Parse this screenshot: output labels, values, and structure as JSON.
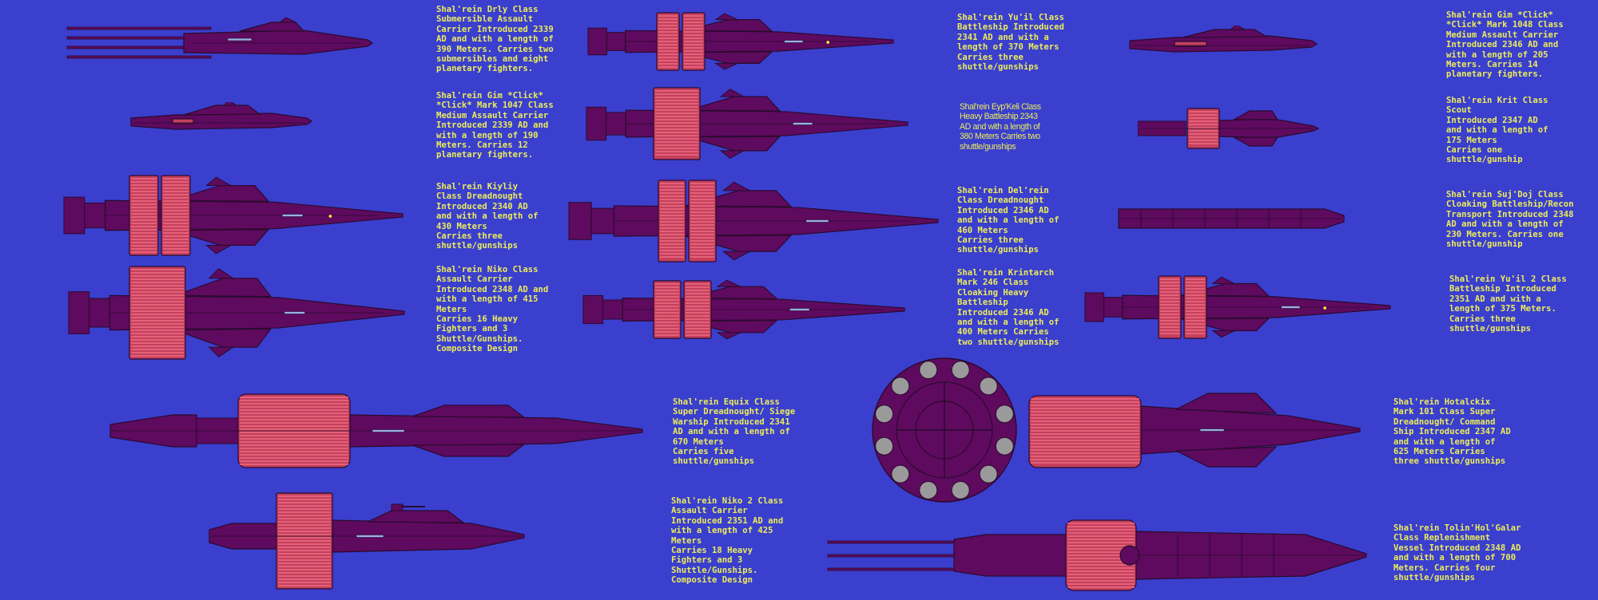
{
  "colors": {
    "background": "#3a3fce",
    "caption": "#ecec5a",
    "hull": "#5e0a5e",
    "outline": "#2a0a2e",
    "pod": "#c4405e",
    "stripe": "#ee6c80",
    "light": "#9ab0e6",
    "disc_window": "#9a9a9a"
  },
  "ships": [
    {
      "id": "drly",
      "name": "Shal'rein Drly Class",
      "caption": "Shal'rein Drly Class\nSubmersible Assault\nCarrier Introduced 2339\nAD and with a length of\n390 Meters. Carries two\nsubmersibles and eight\nplanetary fighters."
    },
    {
      "id": "yuil",
      "name": "Shal'rein Yu'il Class",
      "caption": "Shal'rein Yu'il Class\nBattleship Introduced\n2341 AD and with a\nlength of 370 Meters\nCarries three\nshuttle/gunships"
    },
    {
      "id": "gim1048",
      "name": "Shal'rein Gim *Click* *Click* Mark 1048 Class",
      "caption": "Shal'rein Gim *Click*\n*Click* Mark 1048 Class\nMedium Assault Carrier\nIntroduced 2346 AD and\nwith a length of 205\nMeters. Carries 14\nplanetary fighters."
    },
    {
      "id": "gim1047",
      "name": "Shal'rein Gim *Click* *Click* Mark 1047 Class",
      "caption": "Shal'rein Gim *Click*\n*Click* Mark 1047 Class\nMedium Assault Carrier\nIntroduced 2339 AD and\nwith a length of 190\nMeters. Carries 12\nplanetary fighters."
    },
    {
      "id": "eypkeli",
      "name": "Shal'rein Eyp'Keli Class",
      "caption": "Shal'rein Eyp'Keli Class\nHeavy Battleship 2343\nAD and with a length of\n380 Meters Carries two\nshuttle/gunships"
    },
    {
      "id": "krit",
      "name": "Shal'rein Krit Class",
      "caption": "Shal'rein Krit Class\nScout\nIntroduced 2347 AD\nand with a length of\n175 Meters\nCarries one\nshuttle/gunship"
    },
    {
      "id": "kiyliy",
      "name": "Shal'rein Kiyliy",
      "caption": "Shal'rein Kiyliy\nClass Dreadnought\nIntroduced 2340 AD\nand with a length of\n430 Meters\nCarries three\nshuttle/gunships"
    },
    {
      "id": "delrein",
      "name": "Shal'rein Del'rein",
      "caption": "Shal'rein Del'rein\nClass Dreadnought\nIntroduced 2346 AD\nand with a length of\n460 Meters\nCarries three\nshuttle/gunships"
    },
    {
      "id": "sujdoj",
      "name": "Shal'rein Suj'Doj Class",
      "caption": "Shal'rein Suj'Doj Class\nCloaking Battleship/Recon\nTransport Introduced 2348\nAD and with a length of\n230 Meters. Carries one\nshuttle/gunship"
    },
    {
      "id": "niko",
      "name": "Shal'rein Niko Class",
      "caption": "Shal'rein Niko Class\nAssault Carrier\nIntroduced 2348 AD and\nwith a length of 415\nMeters\nCarries 16 Heavy\nFighters and 3\nShuttle/Gunships.\nComposite Design"
    },
    {
      "id": "krintarch",
      "name": "Shal'rein Krintarch",
      "caption": "Shal'rein Krintarch\nMark 246 Class\nCloaking Heavy\nBattleship\nIntroduced 2346 AD\nand with a length of\n400 Meters Carries\ntwo shuttle/gunships"
    },
    {
      "id": "yuil2",
      "name": "Shal'rein Yu'il 2 Class",
      "caption": "Shal'rein Yu'il 2 Class\nBattleship Introduced\n2351 AD and with a\nlength of 375 Meters.\nCarries three\nshuttle/gunships"
    },
    {
      "id": "equix",
      "name": "Shal'rein Equix Class",
      "caption": "Shal'rein Equix Class\nSuper Dreadnought/ Siege\nWarship Introduced 2341\nAD and with a length of\n670 Meters\nCarries five\nshuttle/gunships"
    },
    {
      "id": "hotalckix",
      "name": "Shal'rein Hotalckix",
      "caption": "Shal'rein Hotalckix\nMark 101 Class Super\nDreadnought/ Command\nShip Introduced 2347 AD\nand with a length of\n625 Meters Carries\nthree shuttle/gunships"
    },
    {
      "id": "niko2",
      "name": "Shal'rein Niko 2 Class",
      "caption": "Shal'rein Niko 2 Class\nAssault Carrier\nIntroduced 2351 AD and\nwith a length of 425\nMeters\nCarries 18 Heavy\nFighters and 3\nShuttle/Gunships.\nComposite Design"
    },
    {
      "id": "tolinholgalar",
      "name": "Shal'rein Tolin'Hol'Galar",
      "caption": "Shal'rein Tolin'Hol'Galar\nClass Replenishment\nVessel Introduced 2348 AD\nand with a length of 700\nMeters. Carries four\nshuttle/gunships"
    }
  ]
}
